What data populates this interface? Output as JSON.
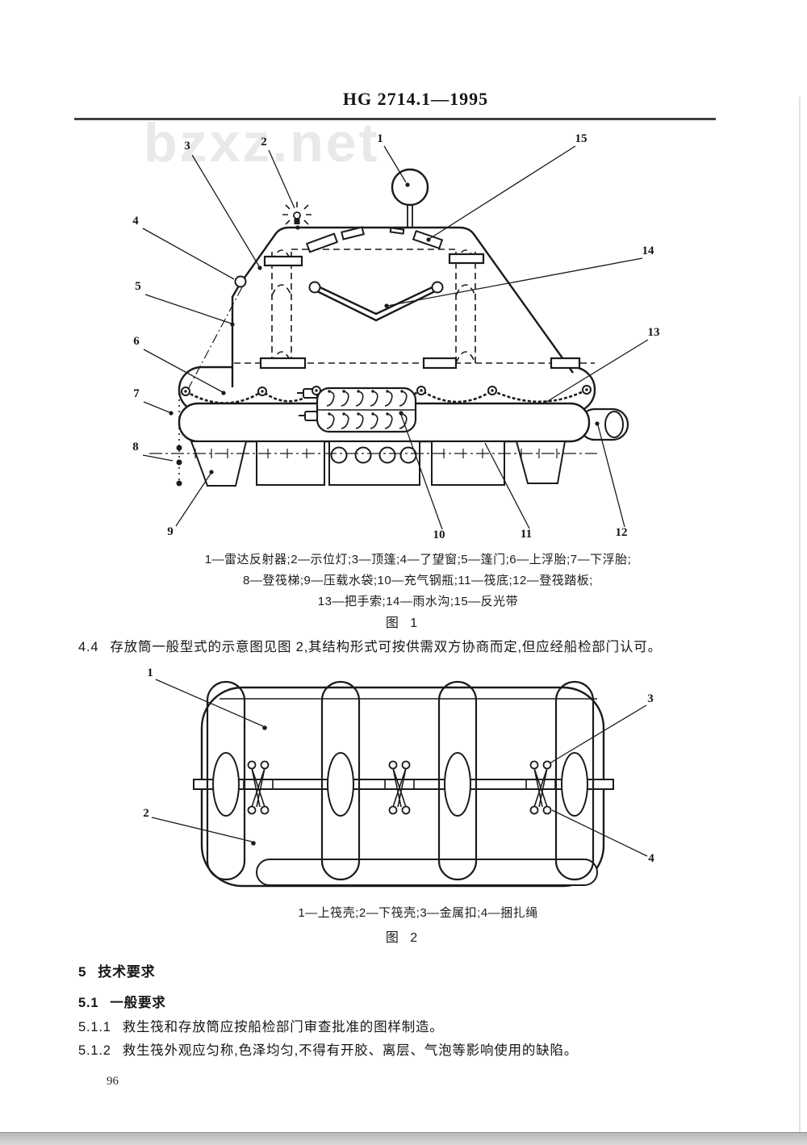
{
  "page": {
    "standard_no": "HG 2714.1—1995",
    "watermark": "bzxz.net",
    "page_number": "96"
  },
  "figure1": {
    "legend1": "1—雷达反射器;2—示位灯;3—顶篷;4—了望窗;5—篷门;6—上浮胎;7—下浮胎;",
    "legend2": "8—登筏梯;9—压载水袋;10—充气钢瓶;11—筏底;12—登筏踏板;",
    "legend3": "13—把手索;14—雨水沟;15—反光带",
    "label": "图 1",
    "callouts": [
      "1",
      "2",
      "3",
      "4",
      "5",
      "6",
      "7",
      "8",
      "9",
      "10",
      "11",
      "12",
      "13",
      "14",
      "15"
    ]
  },
  "clause44": {
    "num": "4.4",
    "text": "存放筒一般型式的示意图见图 2,其结构形式可按供需双方协商而定,但应经船检部门认可。"
  },
  "figure2": {
    "legend": "1—上筏壳;2—下筏壳;3—金属扣;4—捆扎绳",
    "label": "图 2",
    "callouts": [
      "1",
      "2",
      "3",
      "4"
    ]
  },
  "section5": {
    "num": "5",
    "title": "技术要求"
  },
  "section51": {
    "num": "5.1",
    "title": "一般要求"
  },
  "section511": {
    "num": "5.1.1",
    "text": "救生筏和存放筒应按船检部门审查批准的图样制造。"
  },
  "section512": {
    "num": "5.1.2",
    "text": "救生筏外观应匀称,色泽均匀,不得有开胶、离层、气泡等影响使用的缺陷。"
  }
}
